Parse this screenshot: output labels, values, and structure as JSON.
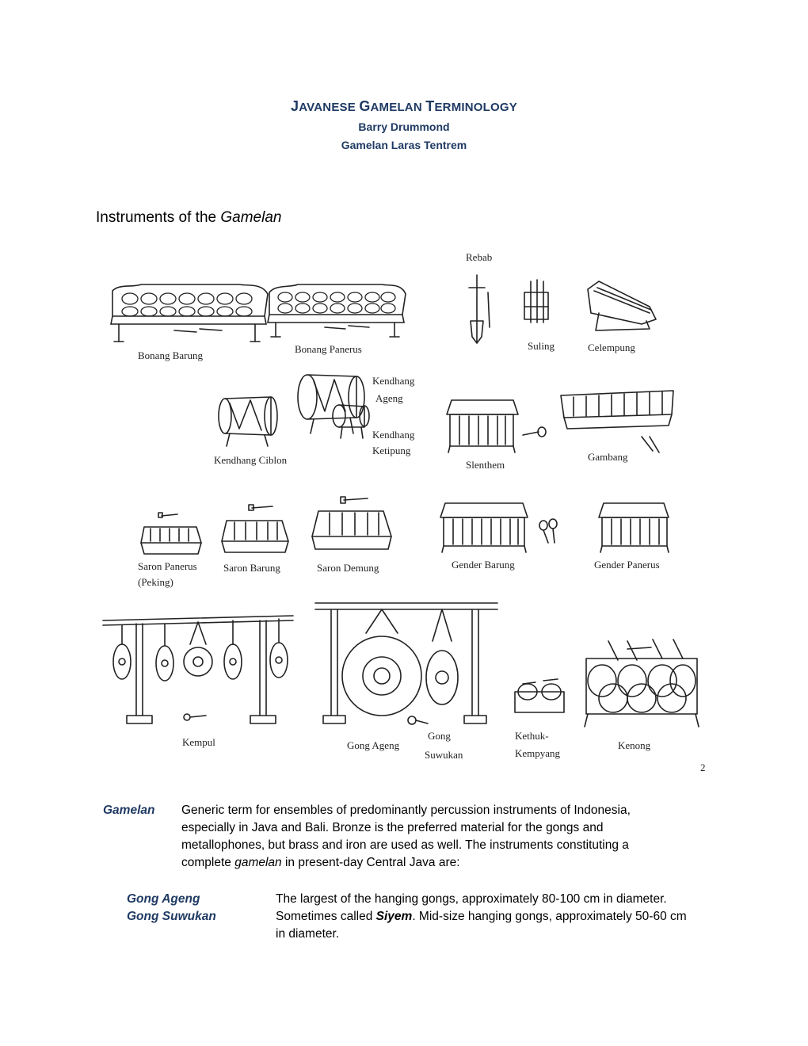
{
  "header": {
    "title_parts": [
      {
        "cap": "J",
        "rest": "AVANESE "
      },
      {
        "cap": "G",
        "rest": "AMELAN "
      },
      {
        "cap": "T",
        "rest": "ERMINOLOGY"
      }
    ],
    "author": "Barry Drummond",
    "organization": "Gamelan Laras Tentrem"
  },
  "section": {
    "heading_prefix": "Instruments of the ",
    "heading_italic": "Gamelan"
  },
  "figure": {
    "labels": {
      "rebab": "Rebab",
      "bonang_barung": "Bonang Barung",
      "bonang_panerus": "Bonang Panerus",
      "suling": "Suling",
      "celempung": "Celempung",
      "kendhang_ageng_1": "Kendhang",
      "kendhang_ageng_2": "Ageng",
      "kendhang_ketipung_1": "Kendhang",
      "kendhang_ketipung_2": "Ketipung",
      "kendhang_ciblon": "Kendhang Ciblon",
      "slenthem": "Slenthem",
      "gambang": "Gambang",
      "saron_panerus_1": "Saron Panerus",
      "saron_panerus_2": "(Peking)",
      "saron_barung": "Saron Barung",
      "saron_demung": "Saron Demung",
      "gender_barung": "Gender Barung",
      "gender_panerus": "Gender Panerus",
      "kempul": "Kempul",
      "gong_ageng": "Gong Ageng",
      "gong_suwukan_1": "Gong",
      "gong_suwukan_2": "Suwukan",
      "kethuk_1": "Kethuk-",
      "kethuk_2": "Kempyang",
      "kenong": "Kenong",
      "page_number": "2"
    }
  },
  "definitions": {
    "gamelan": {
      "term": "Gamelan",
      "lines": [
        "Generic term for ensembles of predominantly percussion instruments of Indonesia,",
        "especially in Java and Bali.  Bronze is the preferred material for the gongs and",
        "metallophones, but brass and iron are used as well.  The instruments constituting a"
      ],
      "last_line_prefix": "complete ",
      "last_line_italic": "gamelan",
      "last_line_suffix": " in present-day Central Java are:"
    },
    "gong_ageng": {
      "term": "Gong Ageng",
      "text": "The largest of the hanging gongs, approximately 80-100 cm in diameter."
    },
    "gong_suwukan": {
      "term": "Gong Suwukan",
      "prefix": "Sometimes called ",
      "bold_italic": "Siyem",
      "suffix": ".  Mid-size hanging gongs, approximately 50-60 cm",
      "line2": "in diameter."
    }
  }
}
